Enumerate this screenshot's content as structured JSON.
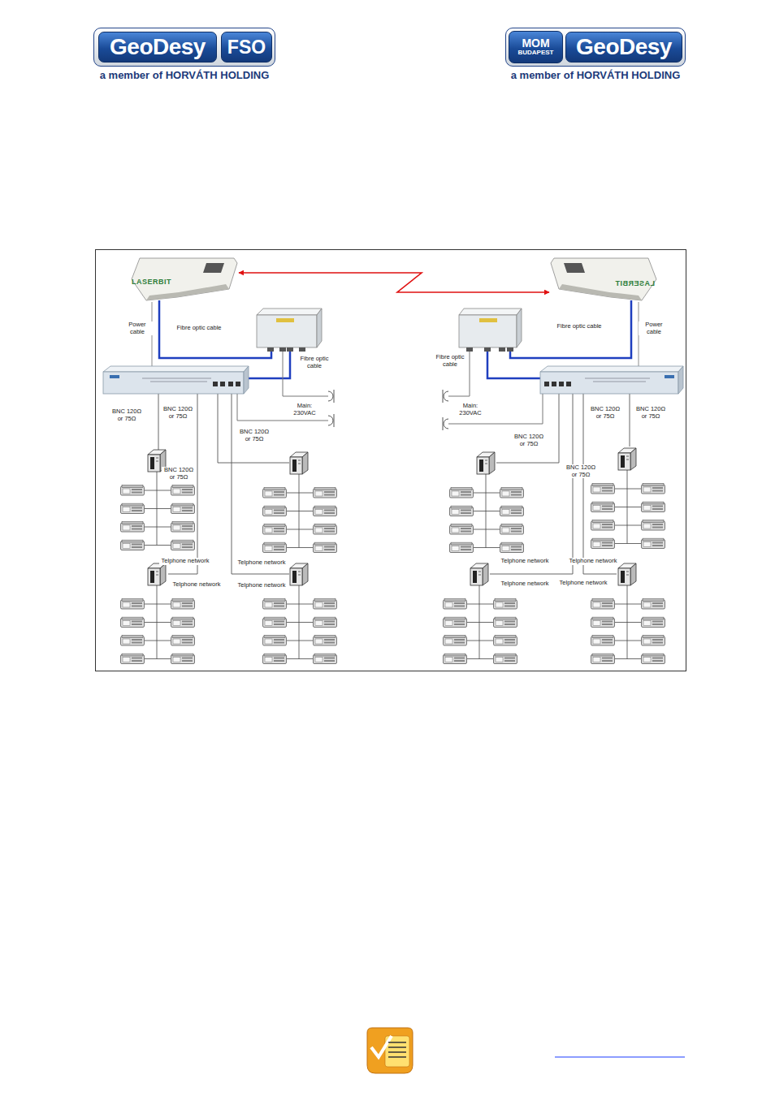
{
  "diagram": {
    "nodes": [
      {
        "text": [
          "a member of HORVÁTH HOLDING"
        ]
      },
      {
        "text": [
          "GeoDesy"
        ],
        "in": 0
      },
      {
        "text": [
          "FSO"
        ],
        "in": 0
      },
      {
        "text": [
          "a member of HORVÁTH HOLDING"
        ]
      },
      {
        "text": [
          "MOM",
          "BUDAPEST"
        ],
        "in": 3
      },
      {
        "text": [
          "GeoDesy"
        ],
        "in": 3
      },
      {
        "text": [
          "LASERBIT"
        ]
      },
      {
        "text": [
          "LASERBIT"
        ]
      }
    ],
    "edges": [
      {
        "from": 6,
        "to": 7,
        "arrow": "both"
      }
    ],
    "labels": [
      "Power cable",
      "Fibre optic cable",
      "Fibre optic cable",
      "Main: 230VAC",
      "BNC 120Ω or 75Ω",
      "BNC 120Ω or 75Ω",
      "BNC 120Ω or 75Ω",
      "BNC 120Ω or 75Ω",
      "Telphone network",
      "Telphone network",
      "Telphone network",
      "Telphone network",
      "Fibre optic cable",
      "Power cable",
      "Fibre optic cable",
      "Main: 230VAC",
      "BNC 120Ω or 75Ω",
      "BNC 120Ω or 75Ω",
      "BNC 120Ω or 75Ω",
      "BNC 120Ω or 75Ω",
      "Telphone network",
      "Telphone network",
      "Telphone network",
      "Telphone network"
    ]
  }
}
